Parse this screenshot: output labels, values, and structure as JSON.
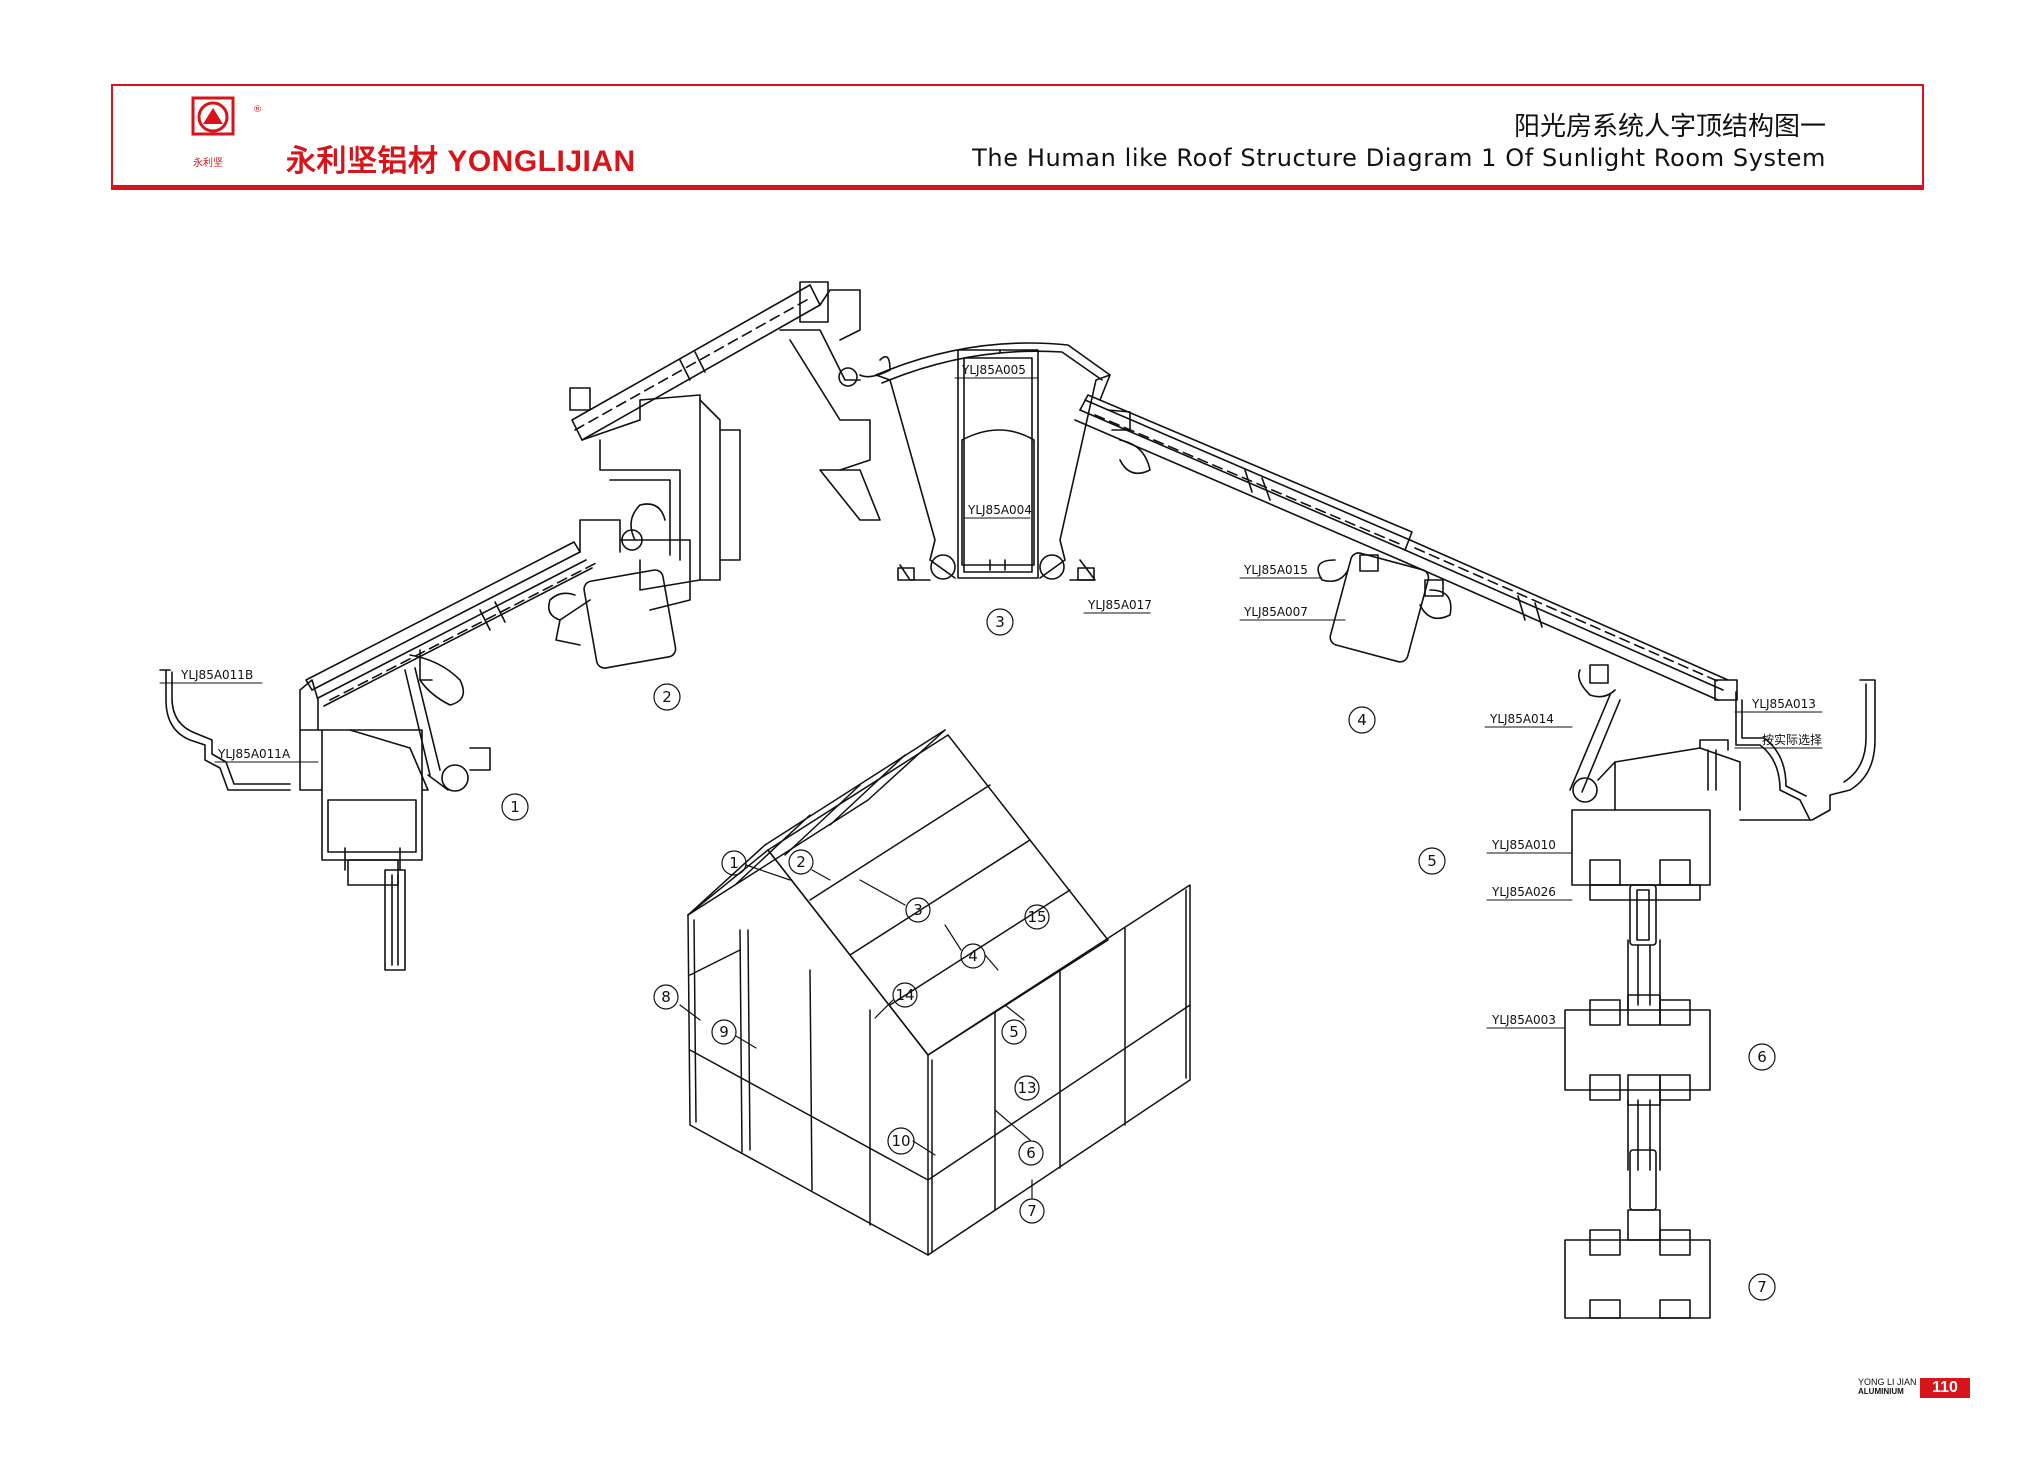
{
  "header": {
    "logo_name": "永利坚",
    "brand": "永利坚铝材 YONGLIJIAN",
    "title_zh": "阳光房系统人字顶结构图一",
    "title_en": "The Human like Roof Structure Diagram 1 Of Sunlight Room System"
  },
  "colors": {
    "accent": "#d7141a",
    "line": "#111111"
  },
  "part_labels": {
    "a005": "YLJ85A005",
    "a004": "YLJ85A004",
    "a017": "YLJ85A017",
    "a015": "YLJ85A015",
    "a007": "YLJ85A007",
    "a011b": "YLJ85A011B",
    "a011a": "YLJ85A011A",
    "a013": "YLJ85A013",
    "a014": "YLJ85A014",
    "note": "按实际选择",
    "a010": "YLJ85A010",
    "a026": "YLJ85A026",
    "a003": "YLJ85A003"
  },
  "callouts": {
    "n1": "1",
    "n2": "2",
    "n3": "3",
    "n4": "4",
    "n5": "5",
    "n6": "6",
    "n7": "7",
    "n8": "8",
    "n9": "9",
    "n10": "10",
    "n13": "13",
    "n14": "14",
    "n15": "15"
  },
  "footer": {
    "brand_line1": "YONG LI JIAN",
    "brand_line2": "ALUMINIUM",
    "page_number": "110"
  }
}
